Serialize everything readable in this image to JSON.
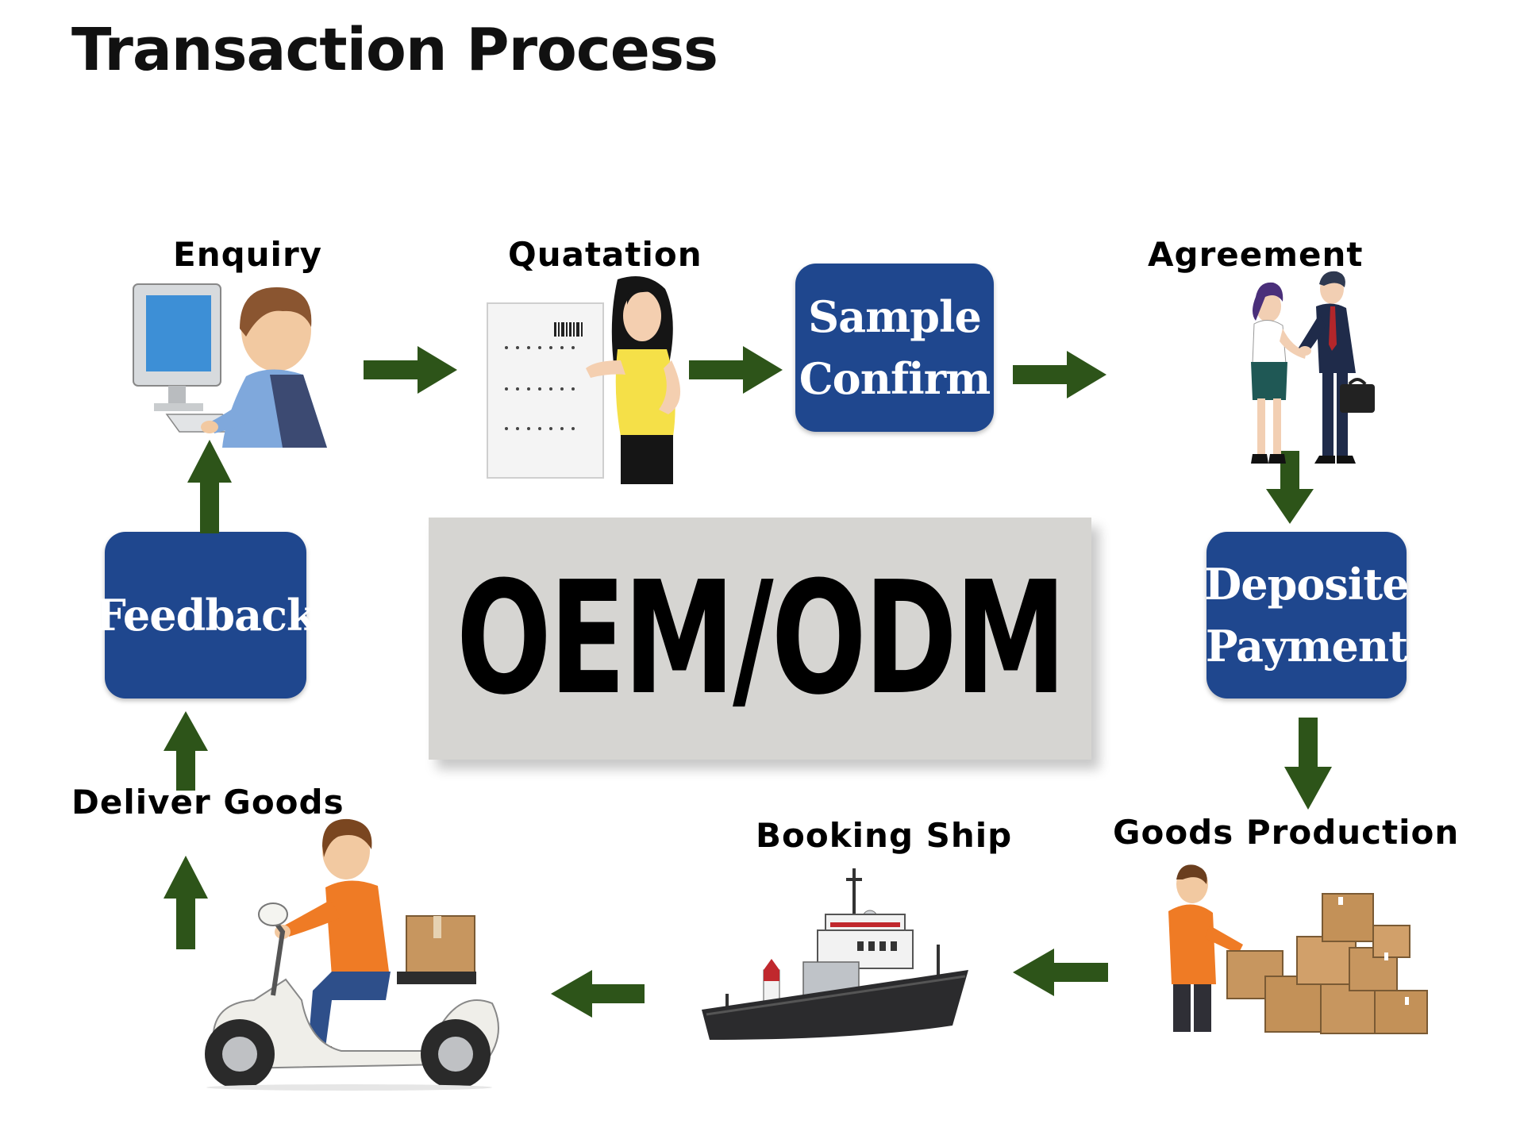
{
  "title": "Transaction Process",
  "center_label": "OEM/ODM",
  "steps": {
    "enquiry": {
      "label": "Enquiry",
      "icon": "computer-user-icon"
    },
    "quotation": {
      "label": "Quatation",
      "icon": "woman-with-sheet-icon"
    },
    "sample_confirm": {
      "label": "Sample\nConfirm",
      "icon": "blue-box"
    },
    "agreement": {
      "label": "Agreement",
      "icon": "handshake-icon"
    },
    "deposite_payment": {
      "label": "Deposite\nPayment",
      "icon": "blue-box"
    },
    "goods_production": {
      "label": "Goods Production",
      "icon": "worker-with-boxes-icon"
    },
    "booking_ship": {
      "label": "Booking Ship",
      "icon": "cargo-ship-icon"
    },
    "deliver_goods": {
      "label": "Deliver Goods",
      "icon": "delivery-scooter-icon"
    },
    "feedback": {
      "label": "Feedback",
      "icon": "blue-box"
    }
  },
  "colors": {
    "arrow": "#2d5419",
    "box_blue": "#1f478e",
    "center_gray": "#d6d5d2"
  }
}
